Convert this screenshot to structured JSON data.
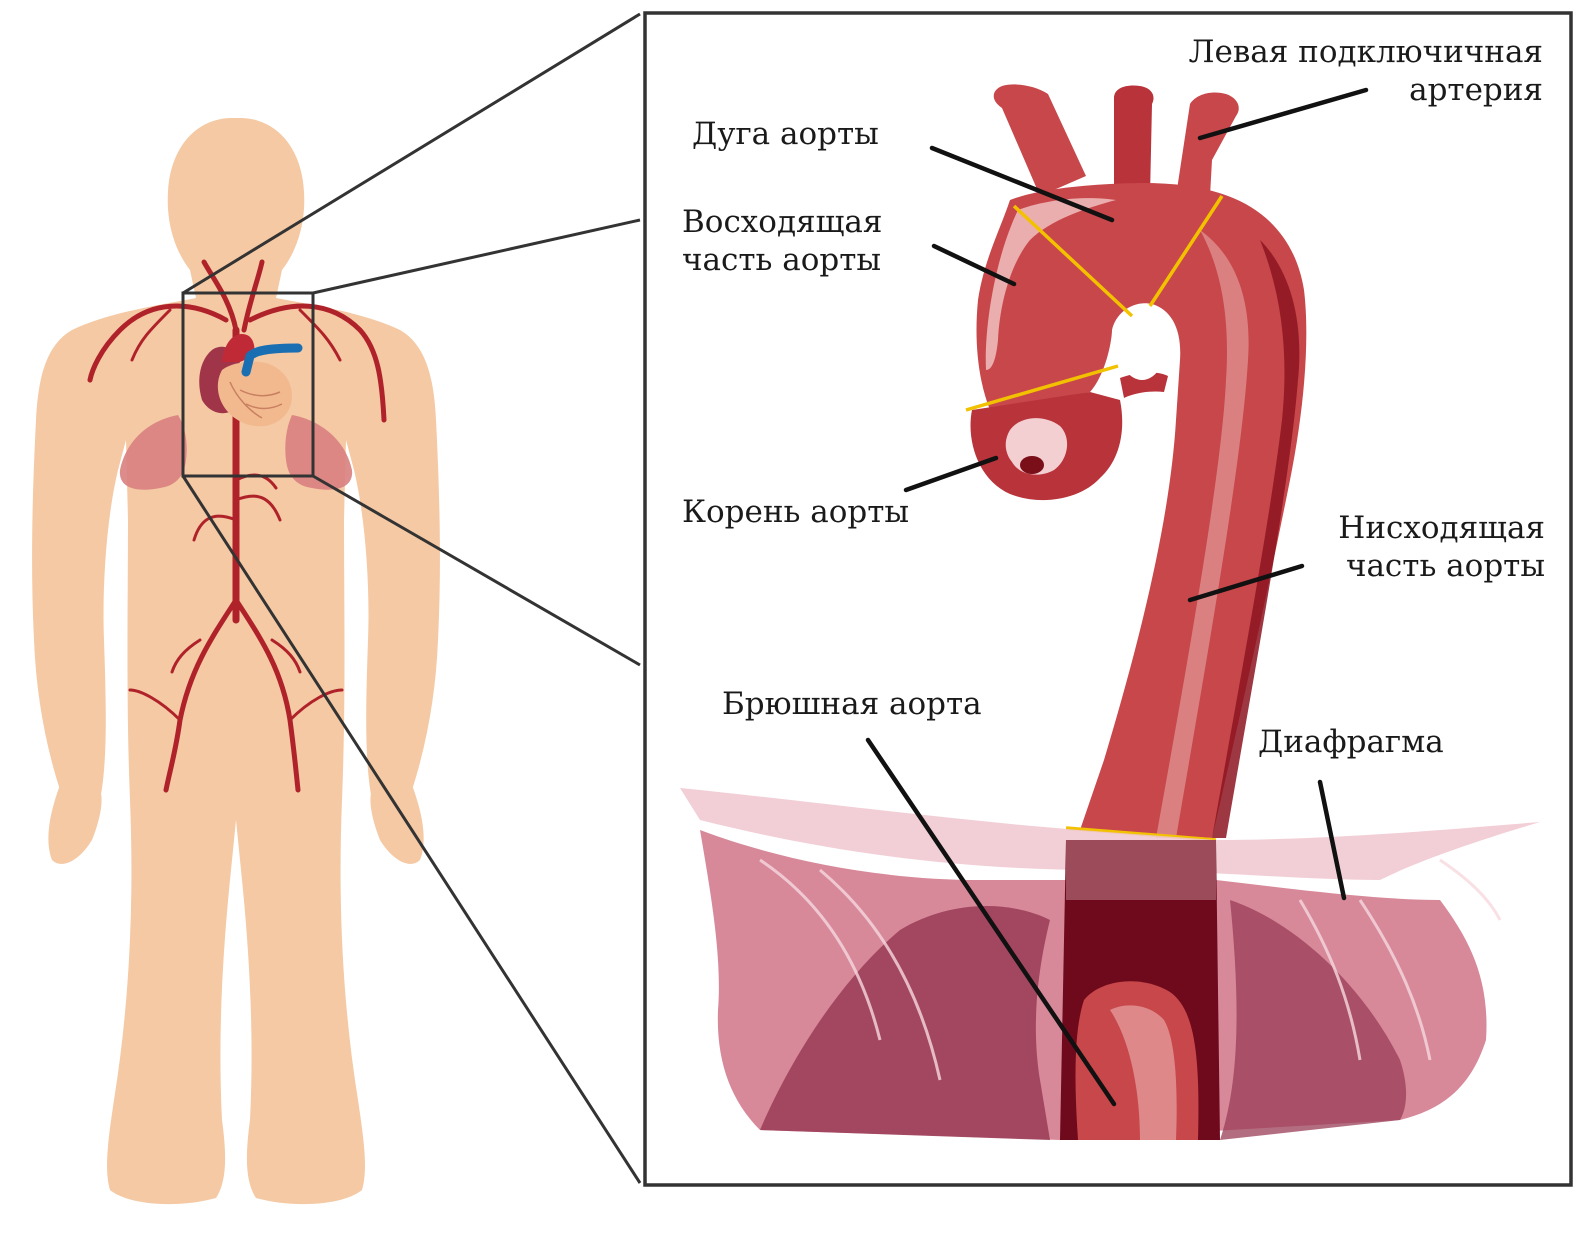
{
  "labels": {
    "left_subclavian_line1": "Левая подключичная",
    "left_subclavian_line2": "артерия",
    "aortic_arch": "Дуга аорты",
    "ascending_line1": "Восходящая",
    "ascending_line2": "часть аорты",
    "aortic_root": "Корень аорты",
    "descending_line1": "Нисходящая",
    "descending_line2": "часть аорты",
    "abdominal_aorta": "Брюшная аорта",
    "diaphragm": "Диафрагма"
  },
  "colors": {
    "skin": "#f4c9a4",
    "artery": "#b0222a",
    "aorta_mid": "#c8474a",
    "aorta_dark": "#8c1420",
    "aorta_light": "#e8a0a0",
    "lung": "#d98080",
    "heart_blue": "#1a6fb3",
    "diaphragm": "#e8b0bc",
    "diaphragm_dark": "#b8667a",
    "marker": "#f2c200"
  }
}
